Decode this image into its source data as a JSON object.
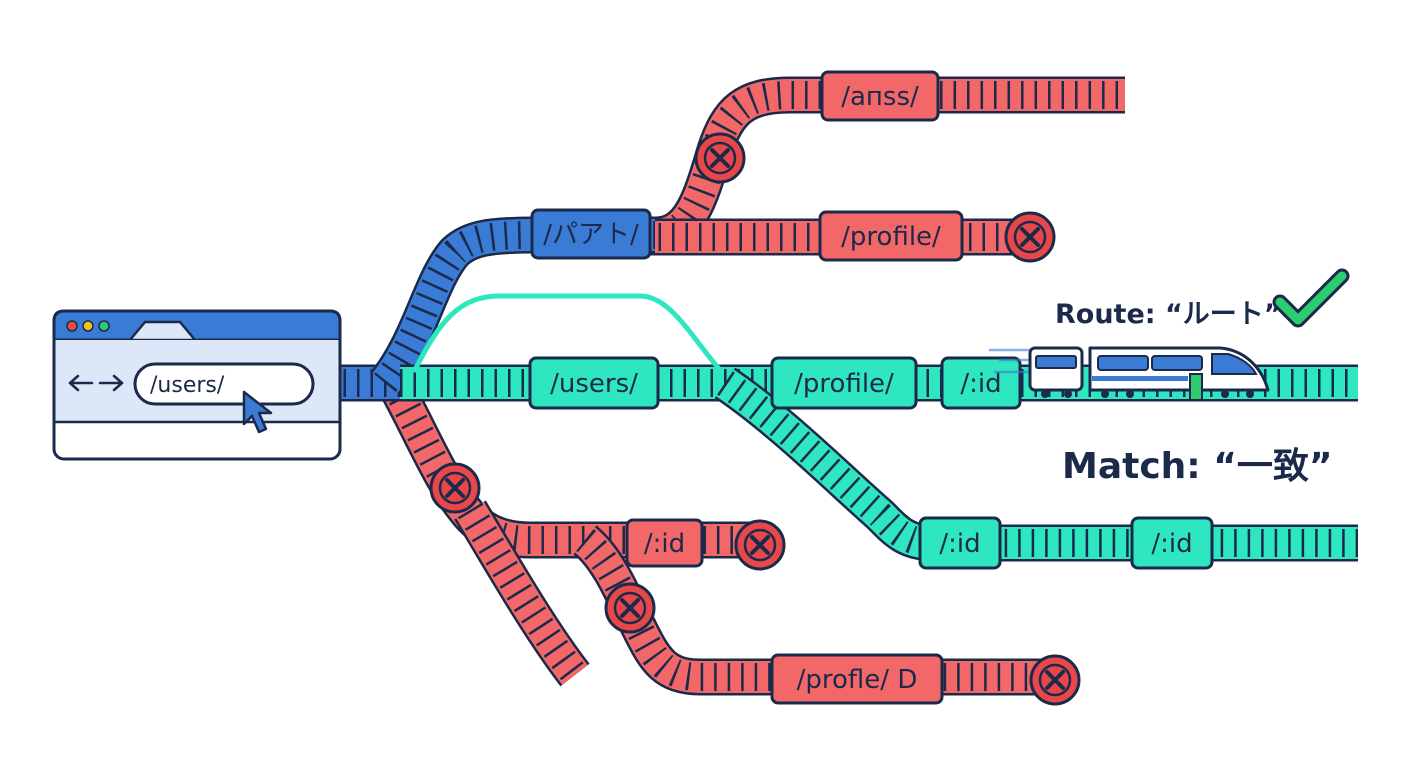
{
  "browser": {
    "url": "/users/",
    "back_icon": "arrow-left-icon",
    "forward_icon": "arrow-right-icon",
    "cursor_icon": "mouse-pointer-icon",
    "dot_colors": [
      "#e74c3c",
      "#f1c40f",
      "#2ecc71"
    ]
  },
  "colors": {
    "active": "#3a7bd5",
    "match": "#2ee6c0",
    "rejected": "#f26868",
    "outline": "#1b2a4a"
  },
  "labels": {
    "upper_top": "/aпss/",
    "upper_mid": "/パアト/",
    "upper_profile": "/profile/",
    "main_users": "/users/",
    "main_profile": "/profile/",
    "main_id": "/:id",
    "match_id_1": "/:id",
    "match_id_2": "/:id",
    "lower_id": "/:id",
    "lower_profile": "/profle/ D"
  },
  "annotations": {
    "route": "Route: “ルート”",
    "match": "Match: “一致”"
  },
  "icons": {
    "reject": "x-circle-icon",
    "ok": "checkmark-icon",
    "train": "train-icon"
  }
}
